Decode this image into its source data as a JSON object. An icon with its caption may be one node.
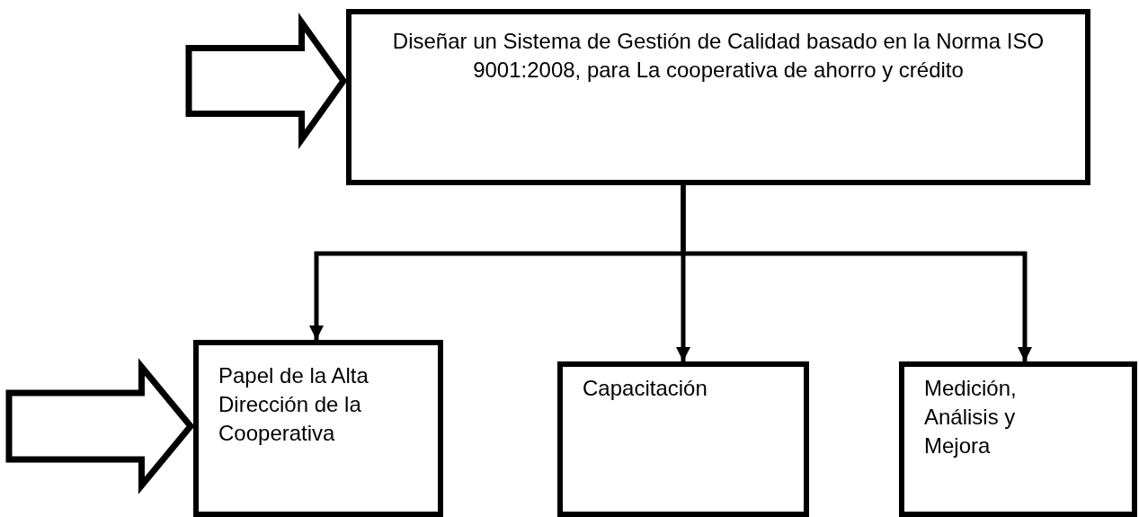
{
  "diagram": {
    "nodes": [
      {
        "text": [
          "Diseñar un Sistema de Gestión de Calidad basado en la Norma ISO 9001:2008, para La cooperativa de ahorro y crédito"
        ]
      },
      {
        "text": [
          "Papel de la Alta Dirección de la Cooperativa"
        ]
      },
      {
        "text": [
          "Capacitación"
        ]
      },
      {
        "text": [
          "Medición, Análisis y Mejora"
        ]
      }
    ],
    "edges": [
      {
        "from": 0,
        "to": 1,
        "arrow": "to"
      },
      {
        "from": 0,
        "to": 2,
        "arrow": "to"
      },
      {
        "from": 0,
        "to": 3,
        "arrow": "to"
      },
      {
        "from": null,
        "to": 0,
        "arrow": "to",
        "style": "thick"
      },
      {
        "from": null,
        "to": 1,
        "arrow": "to",
        "style": "thick"
      }
    ]
  }
}
